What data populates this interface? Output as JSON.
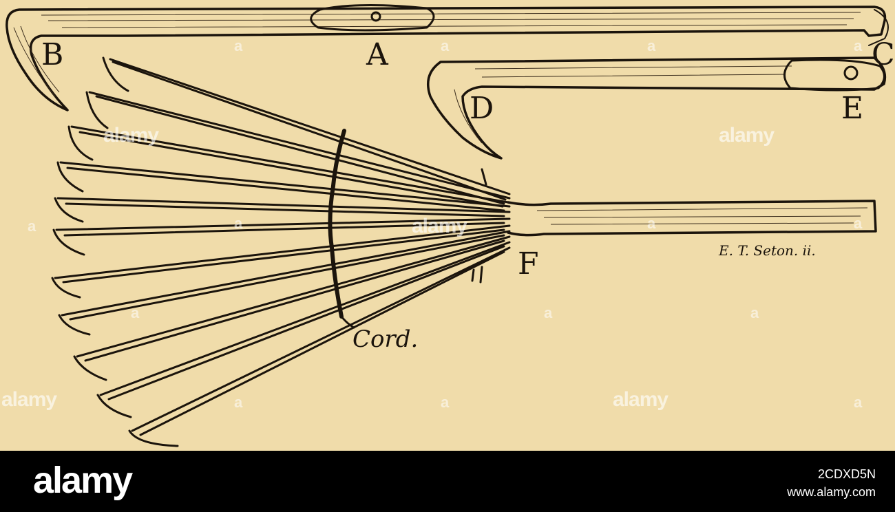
{
  "labels": {
    "a": "A",
    "b": "B",
    "c": "C",
    "d": "D",
    "e": "E",
    "f": "F",
    "cord": "Cord.",
    "signature": "E. T. Seton. ii."
  },
  "watermark": {
    "word": "alamy",
    "mark": "a"
  },
  "footer": {
    "logo": "alamy",
    "image_id": "2CDXD5N",
    "site": "www.alamy.com"
  },
  "colors": {
    "paper": "#f0dcaa",
    "ink": "#1b140c",
    "footer": "#000000"
  }
}
